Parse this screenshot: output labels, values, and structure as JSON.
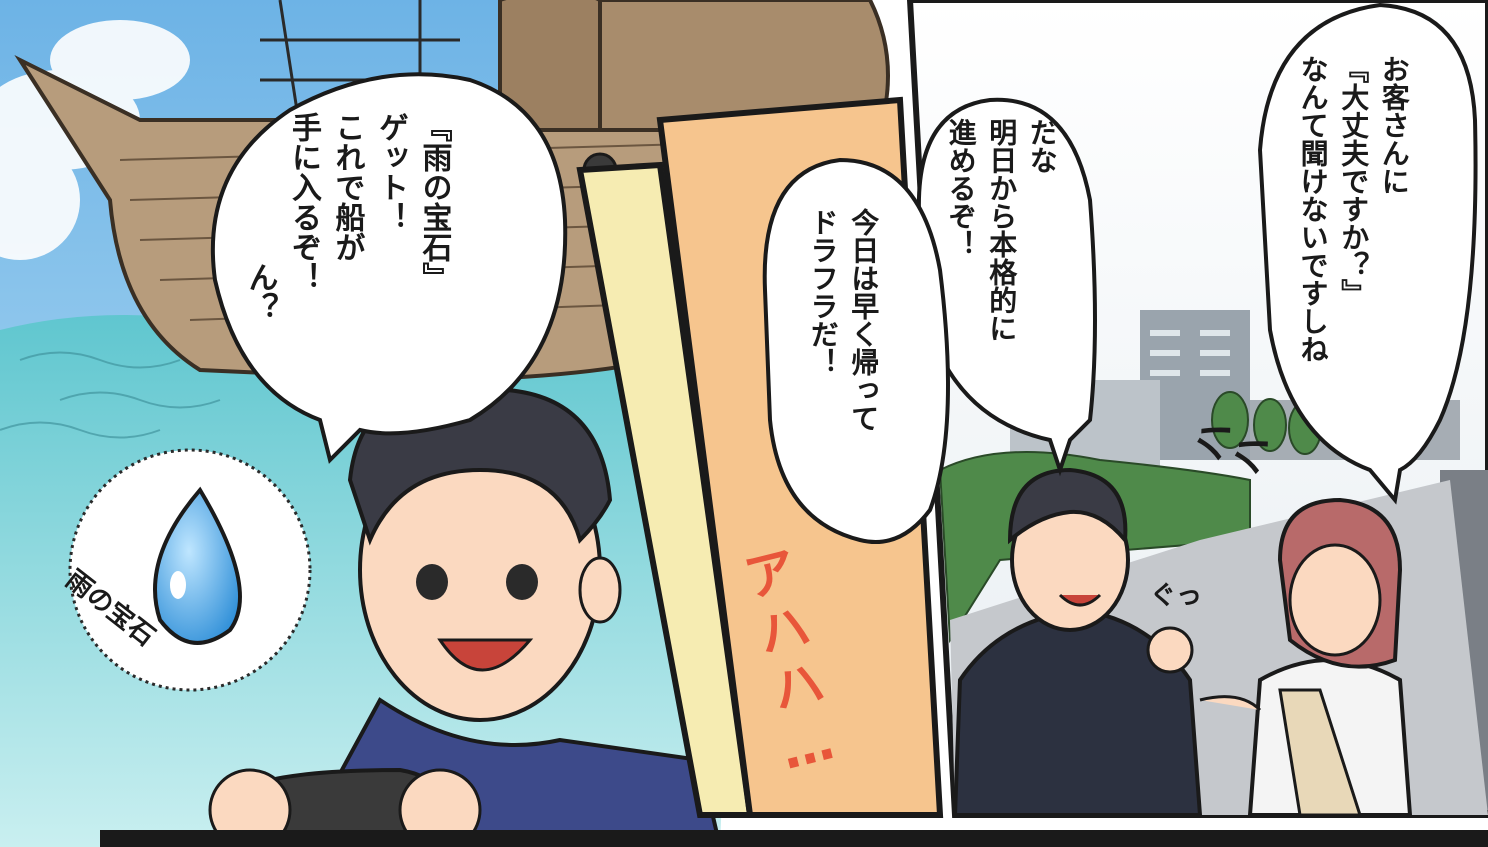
{
  "panel_left": {
    "bubble_lines": [
      "『雨の宝石』",
      "ゲット！",
      "これで船が",
      "手に入るぞ！",
      "",
      "ん？"
    ],
    "item_label": "雨の宝石",
    "item_icon": "water-drop-icon",
    "controller_icon": "game-controller-icon"
  },
  "panel_middle": {
    "sfx": "アハハ…"
  },
  "panel_right": {
    "bubble_top_lines": [
      "お客さんに",
      "『大丈夫ですか？』",
      "なんて聞けないですしね"
    ],
    "bubble_middle_lines": [
      "だな",
      "明日から本格的に",
      "進めるぞ！"
    ],
    "bubble_lower_lines": [
      "今日は早く帰って",
      "ドラフラだ！"
    ],
    "sfx_laugh": "ハハ",
    "sfx_grip": "ぐっ"
  },
  "colors": {
    "sky": "#7fbfe8",
    "sea": "#4fc1c8",
    "ship": "#b79c7c",
    "shirt": "#3d4a8a",
    "suit": "#2c3140",
    "sfx": "#e8563a",
    "panel_cream": "#f6ecb2",
    "panel_orange": "#f6c58e"
  }
}
